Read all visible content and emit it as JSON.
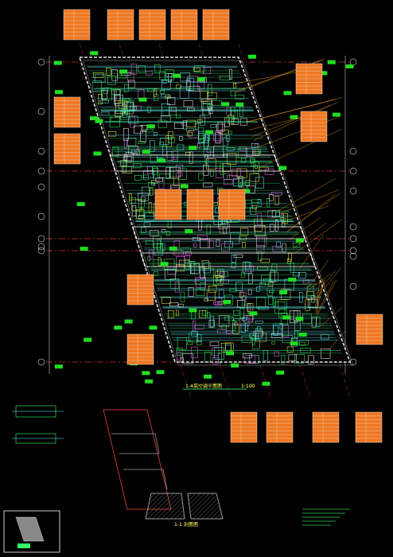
{
  "diagram": {
    "labels": [
      "1-4层空调平面图",
      "1:100",
      "1-1 剖面图"
    ]
  }
}
